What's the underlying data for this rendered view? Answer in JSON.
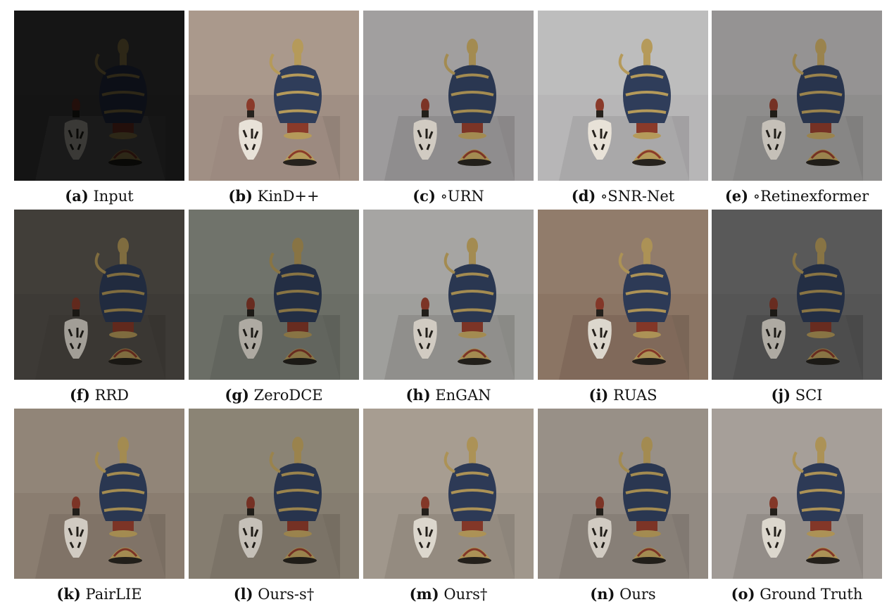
{
  "figure": {
    "panels": [
      {
        "letter": "(a)",
        "label": "Input",
        "bg": "#141414",
        "wall": "#161616",
        "table": "#1a1a1a",
        "bright": 0.25
      },
      {
        "letter": "(b)",
        "label": "KinD++",
        "bg": "#a08f84",
        "wall": "#b1a091",
        "table": "#9c8a80",
        "bright": 1.0
      },
      {
        "letter": "(c)",
        "label": "∘URN",
        "bg": "#9d9b9c",
        "wall": "#a3a1a2",
        "table": "#8f8d8e",
        "bright": 0.9
      },
      {
        "letter": "(d)",
        "label": "∘SNR-Net",
        "bg": "#b7b6b7",
        "wall": "#c2c1c2",
        "table": "#a9a8a9",
        "bright": 1.0
      },
      {
        "letter": "(e)",
        "label": "∘Retinexformer",
        "bg": "#8e8d8c",
        "wall": "#999897",
        "table": "#878685",
        "bright": 0.85
      },
      {
        "letter": "(f)",
        "label": "RRD",
        "bg": "#3d3a36",
        "wall": "#45413c",
        "table": "#3a3733",
        "bright": 0.7
      },
      {
        "letter": "(g)",
        "label": "ZeroDCE",
        "bg": "#6b6e66",
        "wall": "#73766e",
        "table": "#62655e",
        "bright": 0.75
      },
      {
        "letter": "(h)",
        "label": "EnGAN",
        "bg": "#9f9f9c",
        "wall": "#abaaa8",
        "table": "#908f8c",
        "bright": 0.9
      },
      {
        "letter": "(i)",
        "label": "RUAS",
        "bg": "#8b7564",
        "wall": "#96806f",
        "table": "#80695a",
        "bright": 0.95
      },
      {
        "letter": "(j)",
        "label": "SCI",
        "bg": "#555555",
        "wall": "#5c5c5c",
        "table": "#4d4d4d",
        "bright": 0.75
      },
      {
        "letter": "(k)",
        "label": "PairLIE",
        "bg": "#8a7d70",
        "wall": "#968a7d",
        "table": "#807367",
        "bright": 0.9
      },
      {
        "letter": "(l)",
        "label": "Ours-s†",
        "bg": "#857d70",
        "wall": "#908878",
        "table": "#7b7367",
        "bright": 0.85
      },
      {
        "letter": "(m)",
        "label": "Ours†",
        "bg": "#a0978c",
        "wall": "#aba295",
        "table": "#948b80",
        "bright": 0.95
      },
      {
        "letter": "(n)",
        "label": "Ours",
        "bg": "#928a82",
        "wall": "#9c948b",
        "table": "#877f77",
        "bright": 0.9
      },
      {
        "letter": "(o)",
        "label": "Ground Truth",
        "bg": "#a09a95",
        "wall": "#aaa39d",
        "table": "#938d88",
        "bright": 0.95
      }
    ]
  }
}
